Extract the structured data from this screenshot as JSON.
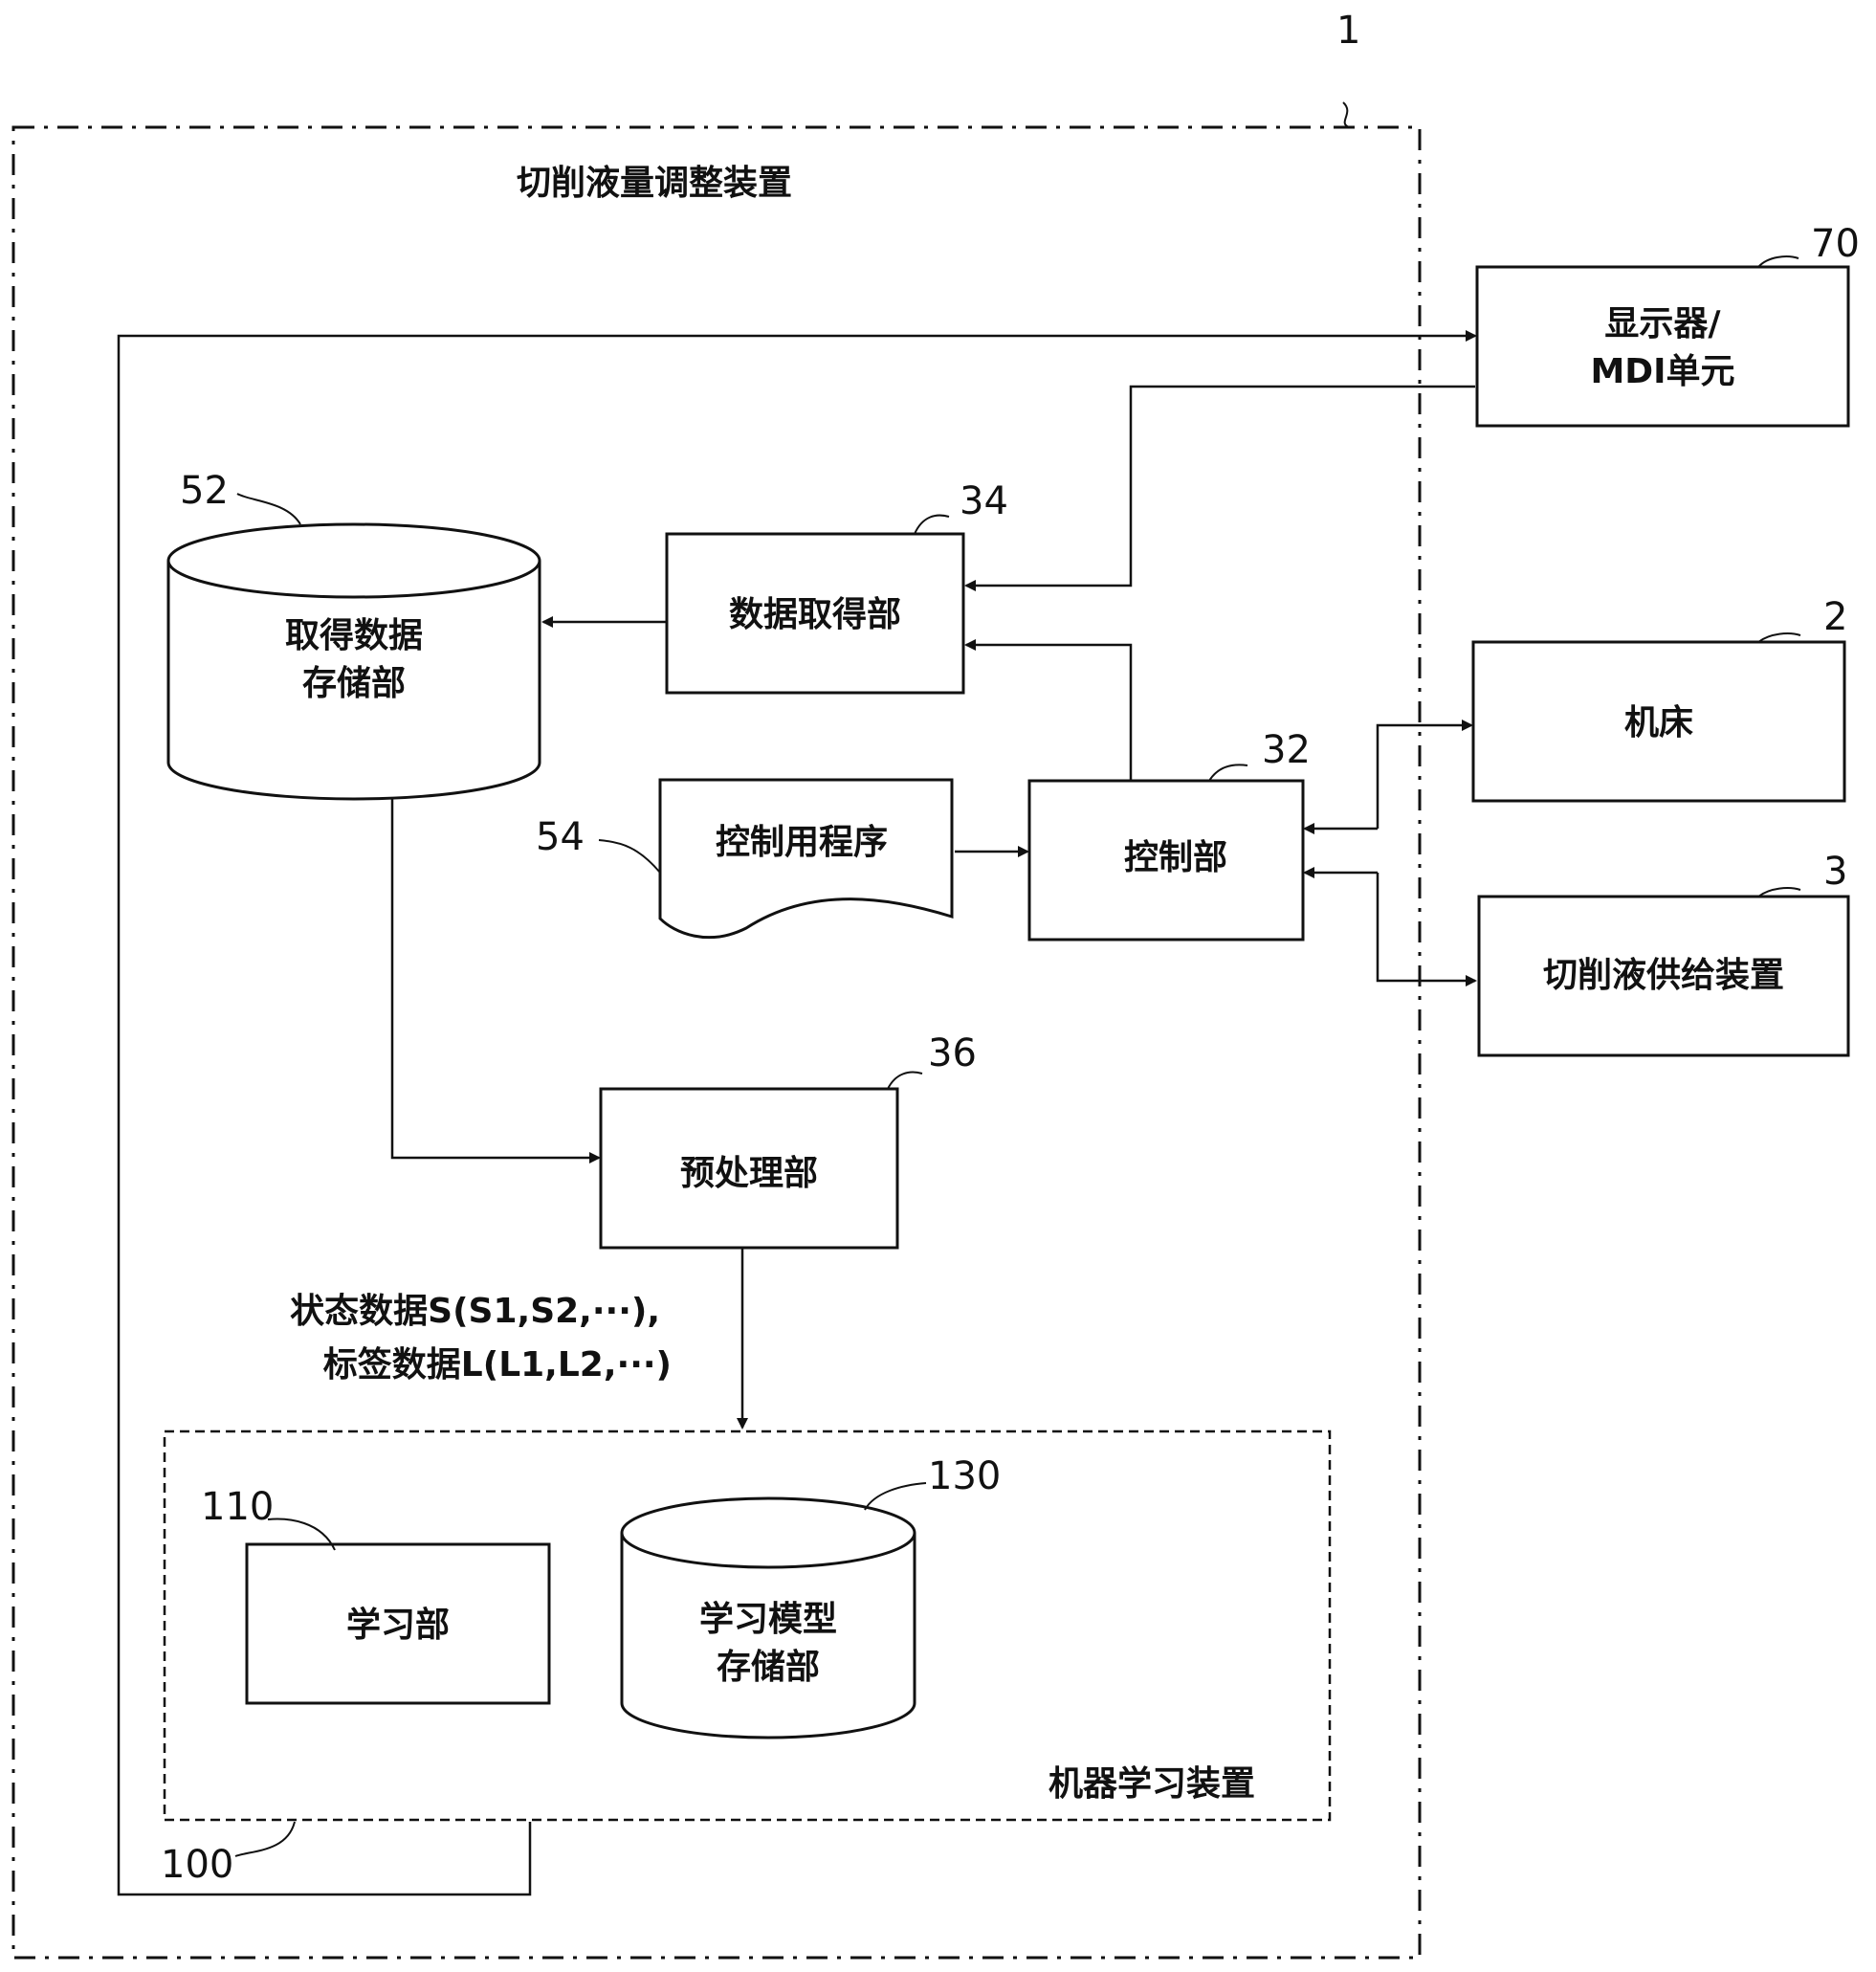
{
  "outer_frame": {
    "ref": "1",
    "title": "切削液量调整装置"
  },
  "display_unit": {
    "ref": "70",
    "line1": "显示器/",
    "line2": "MDI单元"
  },
  "acquired_data_storage": {
    "ref": "52",
    "line1": "取得数据",
    "line2": "存储部"
  },
  "data_acquisition": {
    "ref": "34",
    "label": "数据取得部"
  },
  "machine_tool": {
    "ref": "2",
    "label": "机床"
  },
  "control_program": {
    "ref": "54",
    "label": "控制用程序"
  },
  "control_unit": {
    "ref": "32",
    "label": "控制部"
  },
  "coolant_supply": {
    "ref": "3",
    "label": "切削液供给装置"
  },
  "preprocessing": {
    "ref": "36",
    "label": "预处理部"
  },
  "data_flow_label": {
    "line1": "状态数据S(S1,S2,···),",
    "line2": "标签数据L(L1,L2,···)"
  },
  "ml_device": {
    "ref": "100",
    "title": "机器学习装置",
    "learning_unit": {
      "ref": "110",
      "label": "学习部"
    },
    "model_storage": {
      "ref": "130",
      "line1": "学习模型",
      "line2": "存储部"
    }
  }
}
